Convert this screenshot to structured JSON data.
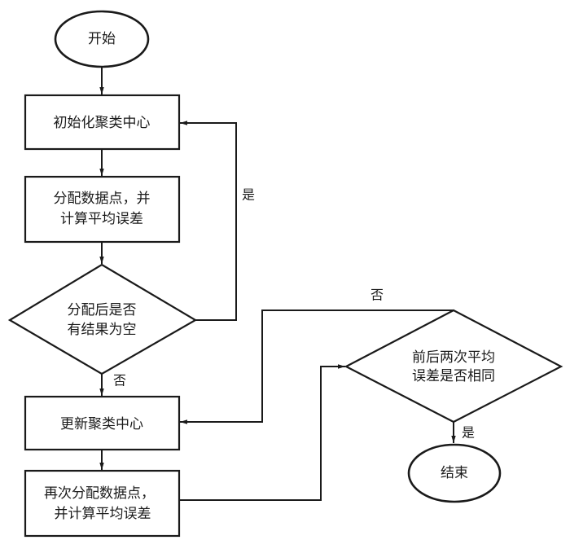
{
  "diagram": {
    "type": "flowchart",
    "nodes": {
      "start": {
        "label": "开始",
        "shape": "ellipse"
      },
      "init_centers": {
        "label": "初始化聚类中心",
        "shape": "process"
      },
      "assign_points": {
        "lines": [
          "分配数据点，并",
          "计算平均误差"
        ],
        "shape": "process"
      },
      "check_empty": {
        "lines": [
          "分配后是否",
          "有结果为空"
        ],
        "shape": "decision"
      },
      "update_centers": {
        "label": "更新聚类中心",
        "shape": "process"
      },
      "reassign_points": {
        "lines": [
          "再次分配数据点，",
          "并计算平均误差"
        ],
        "shape": "process"
      },
      "check_same": {
        "lines": [
          "前后两次平均",
          "误差是否相同"
        ],
        "shape": "decision"
      },
      "end": {
        "label": "结束",
        "shape": "ellipse"
      }
    },
    "edges": {
      "empty_yes": {
        "from": "check_empty",
        "to": "init_centers",
        "label": "是"
      },
      "empty_no": {
        "from": "check_empty",
        "to": "update_centers",
        "label": "否"
      },
      "same_no": {
        "from": "check_same",
        "to": "update_centers",
        "label": "否"
      },
      "same_yes": {
        "from": "check_same",
        "to": "end",
        "label": "是"
      }
    },
    "sequence": [
      "start -> init_centers",
      "init_centers -> assign_points",
      "assign_points -> check_empty",
      "update_centers -> reassign_points",
      "reassign_points -> check_same"
    ]
  }
}
